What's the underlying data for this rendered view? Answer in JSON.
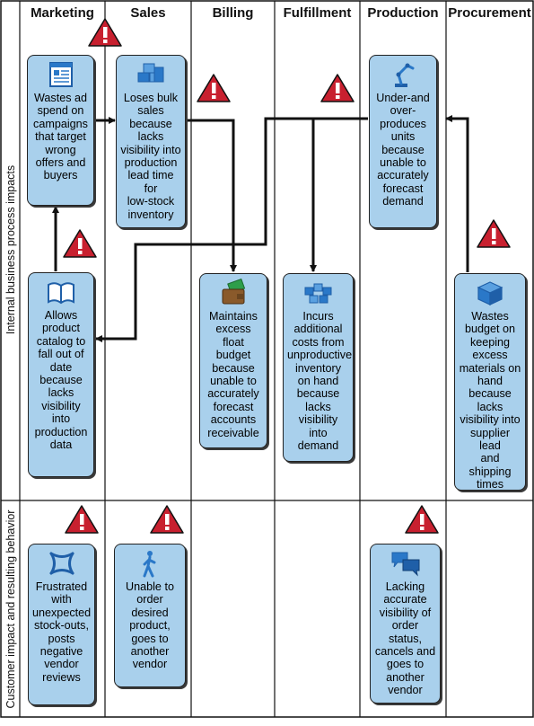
{
  "lanes": [
    "Marketing",
    "Sales",
    "Billing",
    "Fulfillment",
    "Production",
    "Procurement"
  ],
  "rows": {
    "internal": "Internal business process impacts",
    "customer": "Customer impact and resulting behavior"
  },
  "boxes": {
    "marketing_internal_top": "Wastes ad\nspend on\ncampaigns\nthat target\nwrong\noffers and\nbuyers",
    "marketing_internal_bottom": "Allows\nproduct\ncatalog to\nfall out of\ndate\nbecause\nlacks\nvisibility\ninto\nproduction\ndata",
    "sales_internal": "Loses bulk\nsales\nbecause\nlacks\nvisibility into\nproduction\nlead time for\nlow-stock\ninventory",
    "billing_internal": "Maintains\nexcess float\nbudget\nbecause\nunable to\naccurately\nforecast\naccounts\nreceivable",
    "fulfillment_internal": "Incurs\nadditional\ncosts from\nunproductive\ninventory\non hand\nbecause\nlacks\nvisibility\ninto demand",
    "production_internal": "Under-and\nover-\nproduces\nunits\nbecause\nunable to\naccurately\nforecast\ndemand",
    "procurement_internal": "Wastes\nbudget on\nkeeping\nexcess\nmaterials on\nhand\nbecause\nlacks\nvisibility into\nsupplier lead\nand shipping\ntimes",
    "marketing_customer": "Frustrated\nwith\nunexpected\nstock-outs,\nposts\nnegative\nvendor\nreviews",
    "sales_customer": "Unable to\norder\ndesired\nproduct,\ngoes to\nanother\nvendor",
    "production_customer": "Lacking\naccurate\nvisibility of\norder status,\ncancels and\ngoes to\nanother\nvendor"
  },
  "colors": {
    "box_fill": "#a9d0ec",
    "warning_red": "#c8202f",
    "icon_blue": "#2a78c8",
    "line": "#111111"
  }
}
